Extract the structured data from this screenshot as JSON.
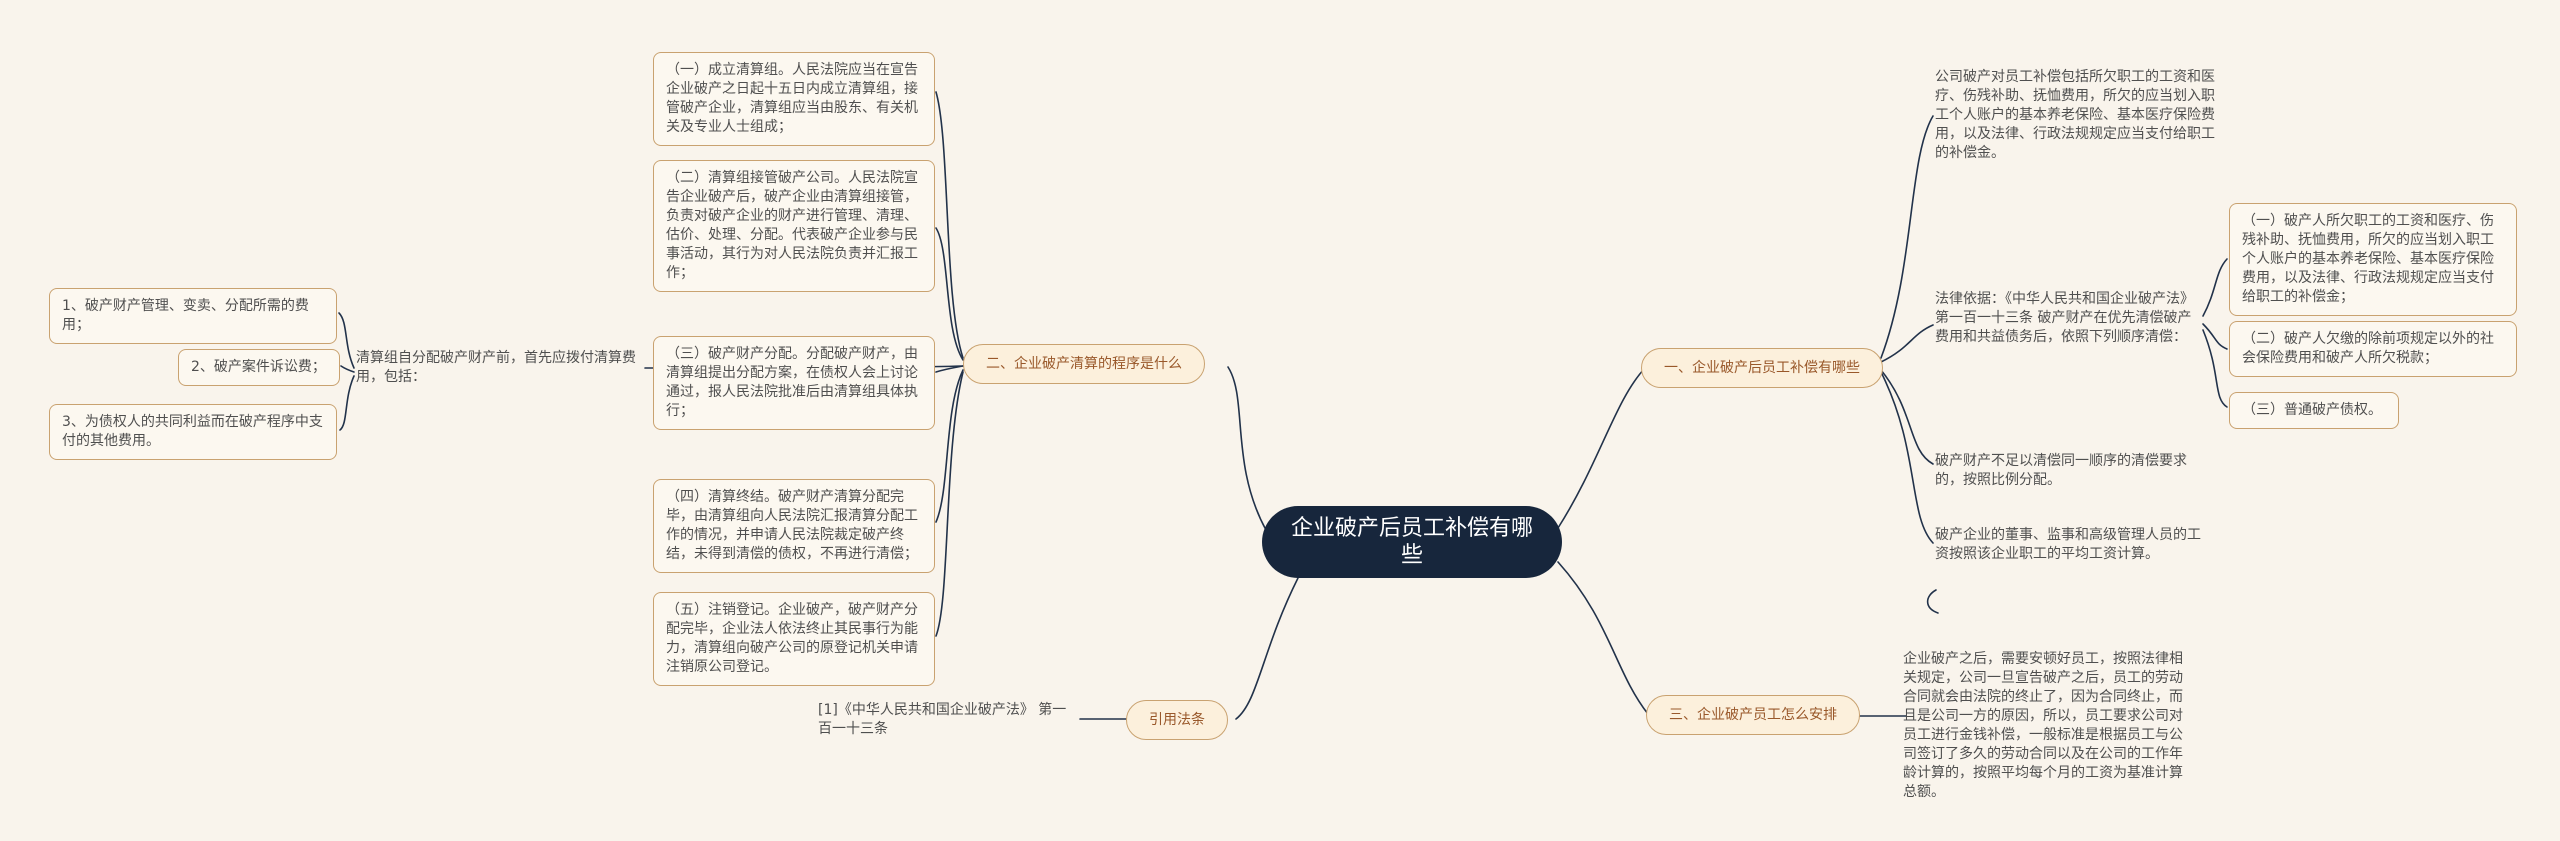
{
  "colors": {
    "background": "#f9f4ec",
    "central_bg": "#17263c",
    "pill_border": "#c9a270",
    "pill_text": "#99582a",
    "line": "#22324a",
    "body_text": "#4f4f4f"
  },
  "central": {
    "label": "企业破产后员工补偿有哪些"
  },
  "branches": {
    "procedure": {
      "label": "二、企业破产清算的程序是什么",
      "steps": [
        "（一）成立清算组。人民法院应当在宣告企业破产之日起十五日内成立清算组，接管破产企业，清算组应当由股东、有关机关及专业人士组成；",
        "（二）清算组接管破产公司。人民法院宣告企业破产后，破产企业由清算组接管，负责对破产企业的财产进行管理、清理、估价、处理、分配。代表破产企业参与民事活动，其行为对人民法院负责并汇报工作；",
        "（三）破产财产分配。分配破产财产，由清算组提出分配方案，在债权人会上讨论通过，报人民法院批准后由清算组具体执行；",
        "（四）清算终结。破产财产清算分配完毕，由清算组向人民法院汇报清算分配工作的情况，并申请人民法院裁定破产终结，未得到清偿的债权，不再进行清偿；",
        "（五）注销登记。企业破产，破产财产分配完毕，企业法人依法终止其民事行为能力，清算组向破产公司的原登记机关申请注销原公司登记。"
      ],
      "fees_intro": "清算组自分配破产财产前，首先应拨付清算费用，包括：",
      "fees": [
        "1、破产财产管理、变卖、分配所需的费用；",
        "2、破产案件诉讼费；",
        "3、为债权人的共同利益而在破产程序中支付的其他费用。"
      ]
    },
    "citation": {
      "label": "引用法条",
      "text": "[1]《中华人民共和国企业破产法》 第一百一十三条"
    },
    "compensation": {
      "label": "一、企业破产后员工补偿有哪些",
      "summary": "公司破产对员工补偿包括所欠职工的工资和医疗、伤残补助、抚恤费用，所欠的应当划入职工个人账户的基本养老保险、基本医疗保险费用，以及法律、行政法规规定应当支付给职工的补偿金。",
      "legal_basis": "法律依据：《中华人民共和国企业破产法》第一百一十三条 破产财产在优先清偿破产费用和共益债务后，依照下列顺序清偿：",
      "order": [
        "（一）破产人所欠职工的工资和医疗、伤残补助、抚恤费用，所欠的应当划入职工个人账户的基本养老保险、基本医疗保险费用，以及法律、行政法规规定应当支付给职工的补偿金；",
        "（二）破产人欠缴的除前项规定以外的社会保险费用和破产人所欠税款；",
        "（三）普通破产债权。"
      ],
      "note_proportion": "破产财产不足以清偿同一顺序的清偿要求的，按照比例分配。",
      "note_executives": "破产企业的董事、监事和高级管理人员的工资按照该企业职工的平均工资计算。"
    },
    "arrangement": {
      "label": "三、企业破产员工怎么安排",
      "detail": "企业破产之后，需要安顿好员工，按照法律相关规定，公司一旦宣告破产之后，员工的劳动合同就会由法院的终止了，因为合同终止，而且是公司一方的原因，所以，员工要求公司对员工进行金钱补偿，一般标准是根据员工与公司签订了多久的劳动合同以及在公司的工作年龄计算的，按照平均每个月的工资为基准计算总额。"
    }
  }
}
